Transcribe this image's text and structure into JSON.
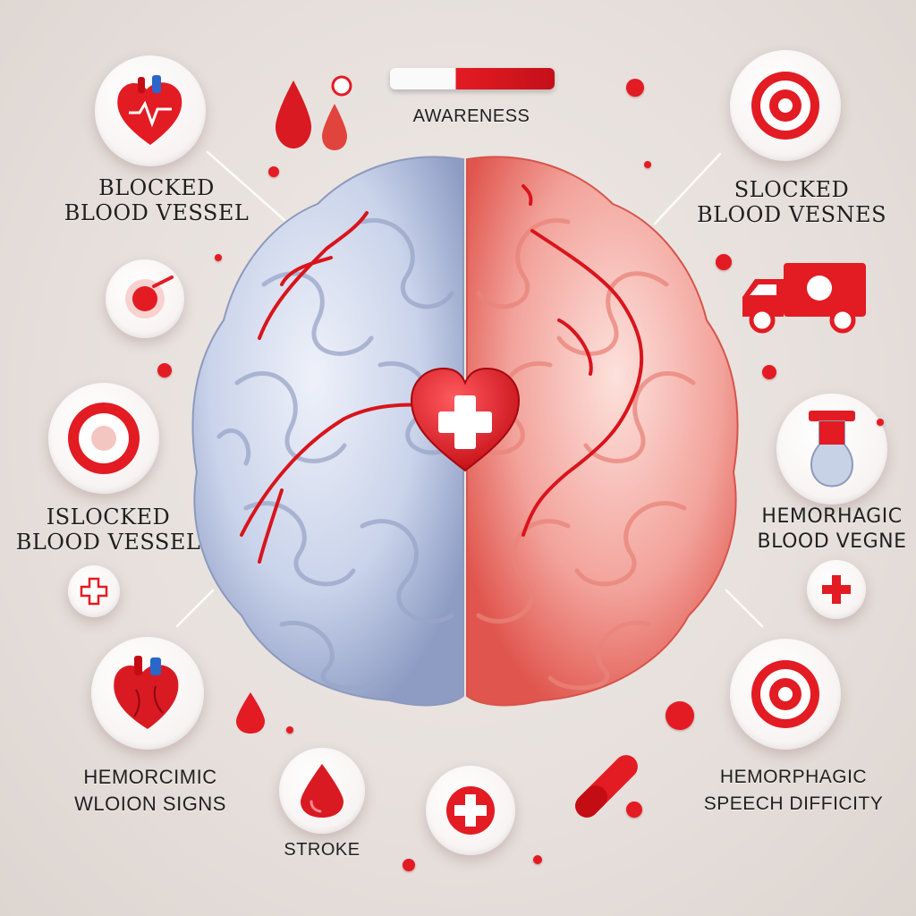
{
  "labels": {
    "awareness": "AWARENESS",
    "top_left": "BLOCKED\nBLOOD VESSEL",
    "top_right": "SLOCKED\nBLOOD VESNES",
    "mid_left": "ISLOCKED\nBLOOD VESSEL",
    "mid_right": "HEMORHAGIC\nBLOOD VEGNE",
    "bottom_left": "HEMORCIMIC\nWLOION SIGNS",
    "bottom_center": "STROKE",
    "bottom_right": "HEMORPHAGIC\nSPEECH DIFFICITY"
  },
  "icons": {
    "heart_top_left": "anatomical-heart-icon",
    "heart_bottom_left": "anatomical-heart-icon",
    "target_top_right": "target-icon",
    "target_bottom_right": "target-icon",
    "ambulance": "ambulance-icon",
    "medical_cross": "medical-cross-icon",
    "blood_drop": "blood-drop-icon",
    "test_tube": "test-tube-icon",
    "syringe_bar": "progress-bar-icon"
  },
  "colors": {
    "accent_red": "#e31b23",
    "brain_left": "#c9d3ea",
    "brain_right": "#f2a39b",
    "background": "#e9e2de"
  }
}
